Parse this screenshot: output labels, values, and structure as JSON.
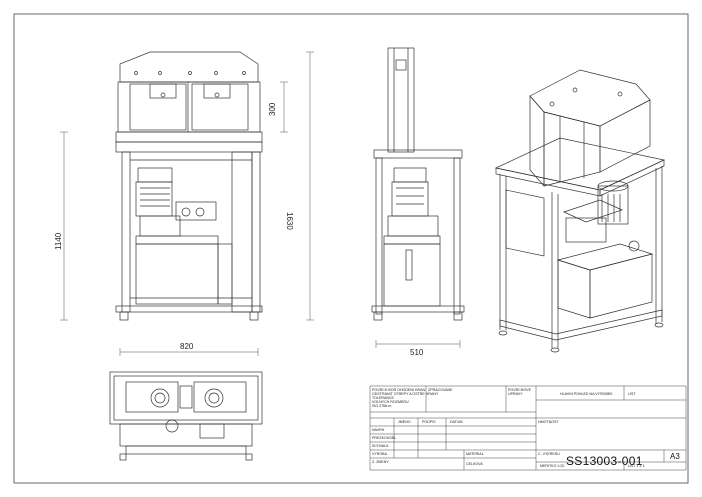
{
  "dimensions": {
    "height_300": "300",
    "height_1630": "1630",
    "height_1140": "1140",
    "width_820": "820",
    "width_510": "510"
  },
  "title_block": {
    "general_tolerance": [
      "POVRCH BOR OHODENI HRAN",
      "ODSTRANIT OTREPY A OSTRE HRANY",
      "TOLERANCE",
      "VOLNYCH ROZMERU",
      "ISO 2768-m"
    ],
    "processed": "ZPRACOVANE",
    "surface": "POVRCHOVE UPRAVY",
    "description": "HLAVNI POHLED NA VYROBEK",
    "sheet_label": "LIST",
    "col_name": "JMENO",
    "col_sign": "PODPIS",
    "col_date": "DATUM",
    "rows": [
      "NAVRH",
      "PREZKOUSEL",
      "SCHVALIL",
      "VYROBA",
      "Z. ZMENY"
    ],
    "mass": "HMOTNOST",
    "material": "MATERIAL",
    "drawing_no_label": "C. VYKRESU",
    "drawing_number": "SS13003-001",
    "format": "A3",
    "scale": "MERITKO 1:20",
    "sheet": "LIST 1 Z 1",
    "mass_value": "CELKOVA"
  }
}
